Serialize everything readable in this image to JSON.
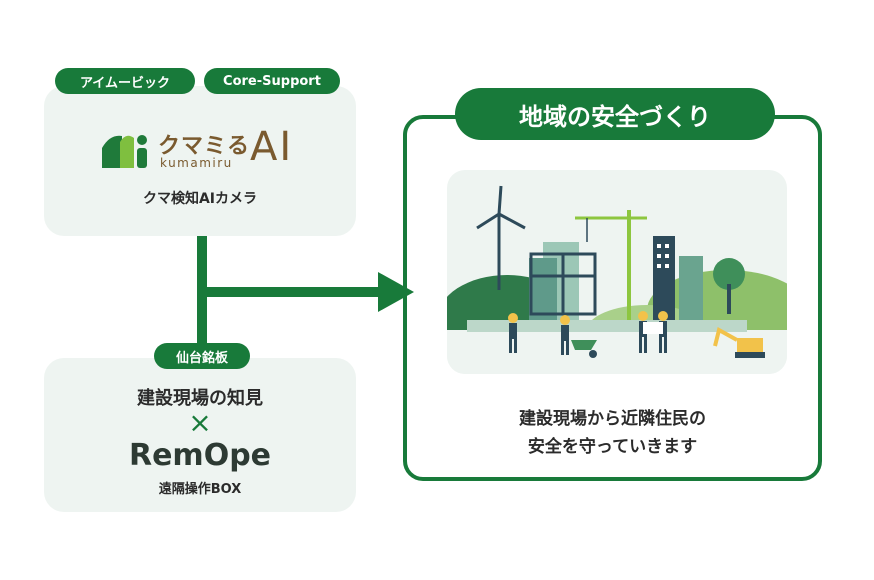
{
  "left_top": {
    "tags": [
      "アイムービック",
      "Core-Support"
    ],
    "logo_text": "クマミる",
    "logo_sub": "kumamiru",
    "logo_ai": "AI",
    "caption": "クマ検知AIカメラ"
  },
  "left_bottom": {
    "tag": "仙台銘板",
    "line1": "建設現場の知見",
    "cross": "×",
    "brand": "RemOpe",
    "caption": "遠隔操作BOX"
  },
  "right": {
    "title": "地域の安全づくり",
    "desc_line1": "建設現場から近隣住民の",
    "desc_line2": "安全を守っていきます"
  },
  "colors": {
    "brand_green": "#187a3a",
    "card_bg": "#eef4f1",
    "logo_brown": "#7a5a2f"
  }
}
